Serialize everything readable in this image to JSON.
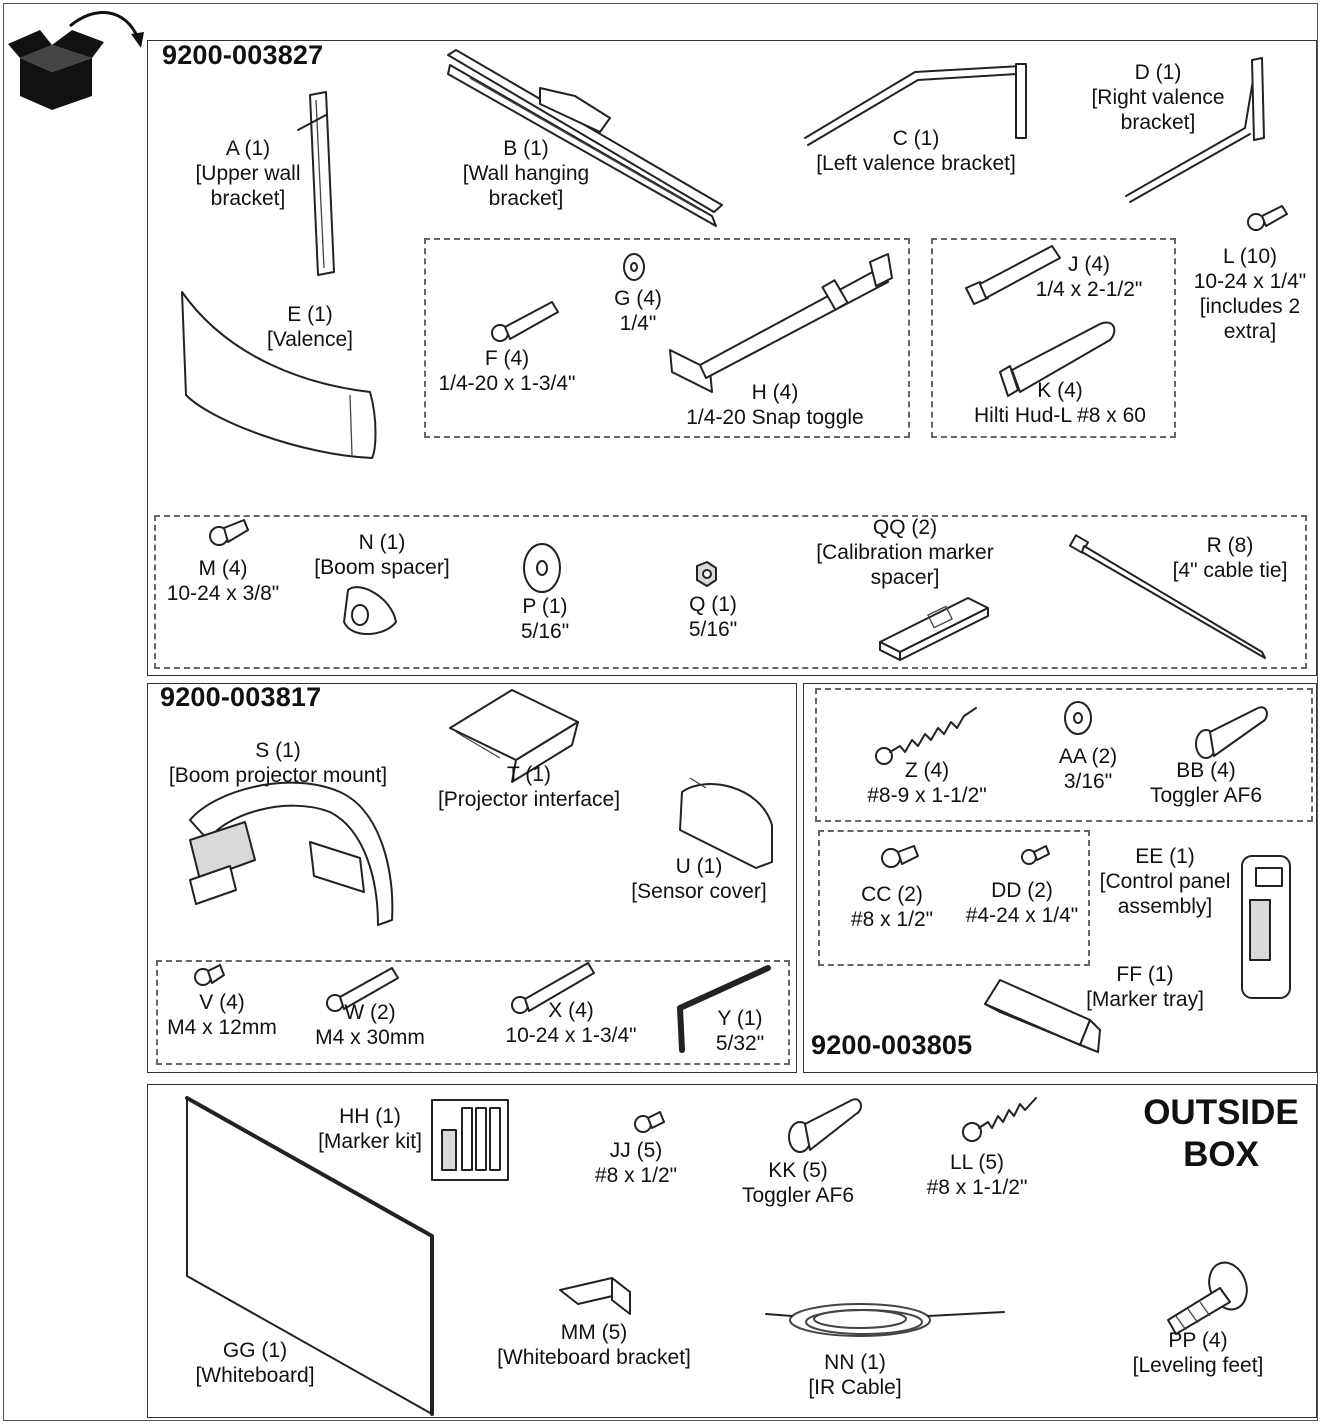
{
  "kits": {
    "kit1": "9200-003827",
    "kit2": "9200-003817",
    "kit3": "9200-003805",
    "outside": [
      "OUTSIDE",
      "BOX"
    ]
  },
  "parts": {
    "A": [
      "A (1)",
      "[Upper wall",
      "bracket]"
    ],
    "B": [
      "B (1)",
      "[Wall hanging",
      "bracket]"
    ],
    "C": [
      "C (1)",
      "[Left valence bracket]"
    ],
    "D": [
      "D (1)",
      "[Right valence",
      "bracket]"
    ],
    "E": [
      "E (1)",
      "[Valence]"
    ],
    "F": [
      "F (4)",
      "1/4-20 x 1-3/4\""
    ],
    "G": [
      "G (4)",
      "1/4\""
    ],
    "H": [
      "H (4)",
      "1/4-20 Snap toggle"
    ],
    "J": [
      "J (4)",
      "1/4 x 2-1/2\""
    ],
    "K": [
      "K (4)",
      "Hilti Hud-L #8 x 60"
    ],
    "L": [
      "L (10)",
      "10-24 x 1/4\"",
      "[includes 2",
      "extra]"
    ],
    "M": [
      "M (4)",
      "10-24 x 3/8\""
    ],
    "N": [
      "N (1)",
      "[Boom spacer]"
    ],
    "P": [
      "P (1)",
      "5/16\""
    ],
    "Q": [
      "Q (1)",
      "5/16\""
    ],
    "QQ": [
      "QQ (2)",
      "[Calibration marker",
      "spacer]"
    ],
    "R": [
      "R (8)",
      "[4\" cable tie]"
    ],
    "S": [
      "S (1)",
      "[Boom projector mount]"
    ],
    "T": [
      "T (1)",
      "[Projector interface]"
    ],
    "U": [
      "U (1)",
      "[Sensor cover]"
    ],
    "V": [
      "V (4)",
      "M4 x 12mm"
    ],
    "W": [
      "W (2)",
      "M4 x 30mm"
    ],
    "X": [
      "X (4)",
      "10-24 x 1-3/4\""
    ],
    "Y": [
      "Y (1)",
      "5/32\""
    ],
    "Z": [
      "Z (4)",
      "#8-9 x 1-1/2\""
    ],
    "AA": [
      "AA (2)",
      "3/16\""
    ],
    "BB": [
      "BB (4)",
      "Toggler AF6"
    ],
    "CC": [
      "CC (2)",
      "#8 x 1/2\""
    ],
    "DD": [
      "DD (2)",
      "#4-24 x 1/4\""
    ],
    "EE": [
      "EE (1)",
      "[Control panel",
      "assembly]"
    ],
    "FF": [
      "FF (1)",
      "[Marker tray]"
    ],
    "GG": [
      "GG (1)",
      "[Whiteboard]"
    ],
    "HH": [
      "HH (1)",
      "[Marker kit]"
    ],
    "JJ": [
      "JJ (5)",
      "#8 x 1/2\""
    ],
    "KK": [
      "KK (5)",
      "Toggler AF6"
    ],
    "LL": [
      "LL (5)",
      "#8 x 1-1/2\""
    ],
    "MM": [
      "MM (5)",
      "[Whiteboard bracket]"
    ],
    "NN": [
      "NN (1)",
      "[IR Cable]"
    ],
    "PP": [
      "PP (4)",
      "[Leveling feet]"
    ]
  }
}
